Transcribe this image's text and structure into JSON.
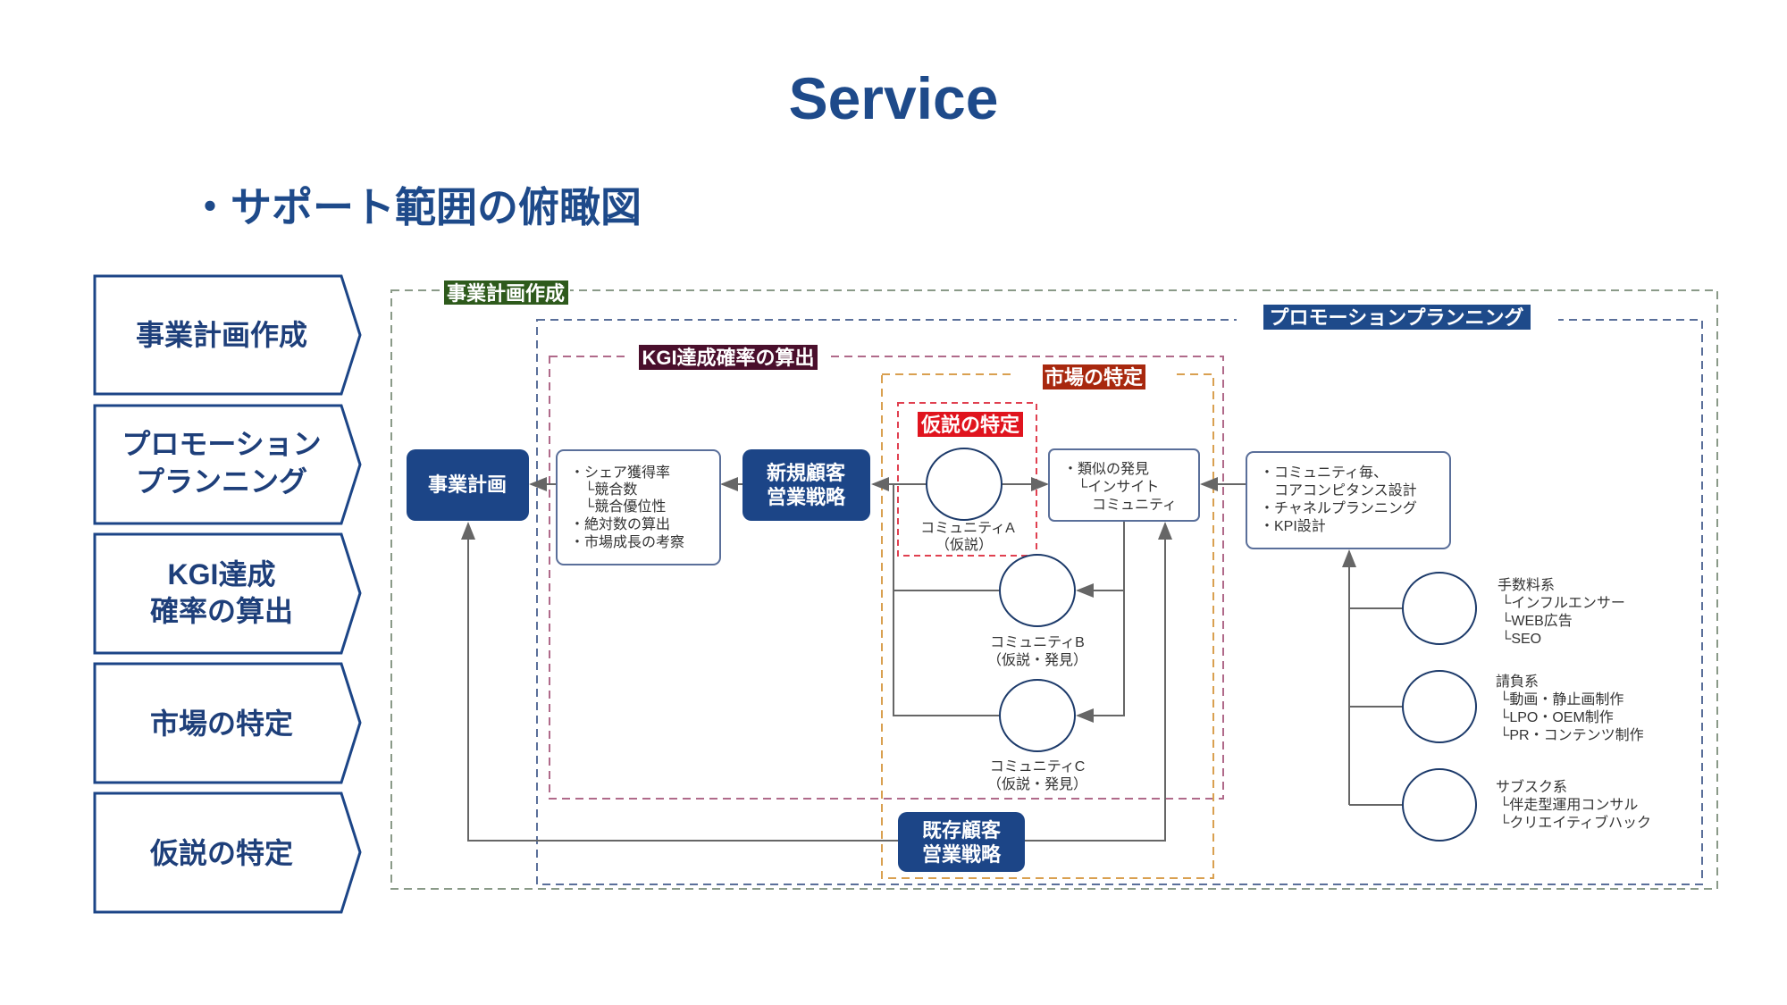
{
  "title": "Service",
  "subtitle": "・サポート範囲の俯瞰図",
  "steps": [
    {
      "lines": [
        "事業計画作成"
      ]
    },
    {
      "lines": [
        "プロモーション",
        "プランニング"
      ]
    },
    {
      "lines": [
        "KGI達成",
        "確率の算出"
      ]
    },
    {
      "lines": [
        "市場の特定"
      ]
    },
    {
      "lines": [
        "仮説の特定"
      ]
    }
  ],
  "regions": {
    "business_plan": {
      "label": "事業計画作成",
      "color": "#2e5a1c"
    },
    "promotion": {
      "label": "プロモーションプランニング",
      "color": "#1e4a8a"
    },
    "kgi": {
      "label": "KGI達成確率の算出",
      "color": "#4a0f2c"
    },
    "market": {
      "label": "市場の特定",
      "color": "#a8280e"
    },
    "hypothesis": {
      "label": "仮説の特定",
      "color": "#e0141e"
    }
  },
  "nodes": {
    "business_plan": "事業計画",
    "new_customer": [
      "新規顧客",
      "営業戦略"
    ],
    "existing_customer": [
      "既存顧客",
      "営業戦略"
    ],
    "kgi_box": [
      "・シェア獲得率",
      "　└競合数",
      "　└競合優位性",
      "・絶対数の算出",
      "・市場成長の考察"
    ],
    "similar_box": [
      "・類似の発見",
      "　└インサイト",
      "　　コミュニティ"
    ],
    "promo_box": [
      "・コミュニティ毎、",
      "　コアコンピタンス設計",
      "・チャネルプランニング",
      "・KPI設計"
    ],
    "community_a": [
      "コミュニティA",
      "（仮説）"
    ],
    "community_b": [
      "コミュニティB",
      "（仮説・発見）"
    ],
    "community_c": [
      "コミュニティC",
      "（仮説・発見）"
    ],
    "channels": [
      {
        "lines": [
          "手数料系",
          "└インフルエンサー",
          "└WEB広告",
          "└SEO"
        ]
      },
      {
        "lines": [
          "請負系",
          "└動画・静止画制作",
          "└LPO・OEM制作",
          "└PR・コンテンツ制作"
        ]
      },
      {
        "lines": [
          "サブスク系",
          "└伴走型運用コンサル",
          "└クリエイティブハック"
        ]
      }
    ]
  },
  "colors": {
    "navy": "#1c4587",
    "line": "#666666"
  }
}
